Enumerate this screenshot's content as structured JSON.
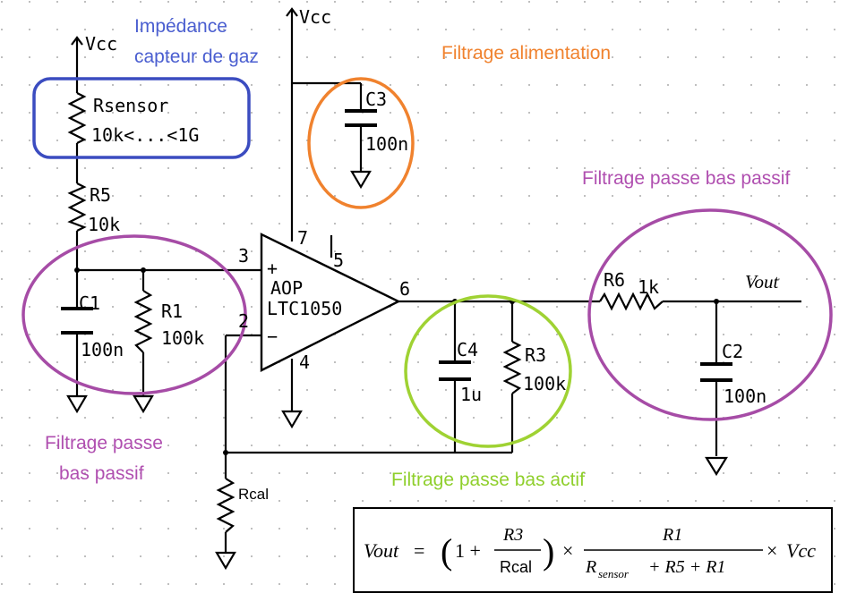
{
  "annotations": {
    "impedance_title_line1": "Impédance",
    "impedance_title_line2": "capteur de gaz",
    "supply_filter": "Filtrage alimentation",
    "passive_lowpass_right": "Filtrage passe bas passif",
    "passive_lowpass_left_line1": "Filtrage passe",
    "passive_lowpass_left_line2": "bas passif",
    "active_lowpass": "Filtrage passe bas actif"
  },
  "supply": {
    "vcc_left": "Vcc",
    "vcc_top": "Vcc"
  },
  "components": {
    "rsensor_name": "Rsensor",
    "rsensor_value": "10k<...<1G",
    "r5_name": "R5",
    "r5_value": "10k",
    "c1_name": "C1",
    "c1_value": "100n",
    "r1_name": "R1",
    "r1_value": "100k",
    "c3_name": "C3",
    "c3_value": "100n",
    "opamp_line1": "AOP",
    "opamp_line2": "LTC1050",
    "opamp_plus": "+",
    "opamp_minus": "−",
    "c4_name": "C4",
    "c4_value": "1u",
    "r3_name": "R3",
    "r3_value": "100k",
    "r6_name": "R6",
    "r6_value": "1k",
    "c2_name": "C2",
    "c2_value": "100n",
    "rcal_name": "Rcal",
    "vout_label": "Vout"
  },
  "pins": {
    "p3": "3",
    "p2": "2",
    "p7": "7",
    "p5": "5",
    "p6": "6",
    "p4": "4"
  },
  "formula": {
    "lhs": "Vout",
    "equals": "=",
    "open_paren": "(",
    "one_plus": "1 +",
    "frac1_num": "R3",
    "frac1_den": "Rcal",
    "close_paren": ")",
    "times1": "×",
    "frac2_num": "R1",
    "frac2_den_r": "R",
    "frac2_den_sub": "sensor",
    "frac2_den_rest": "+ R5 + R1",
    "times2": "×",
    "vcc": "Vcc"
  },
  "colors": {
    "blue": "#3b4cc0",
    "orange": "#f0822e",
    "purple": "#a64ca6",
    "green": "#9fd233",
    "label_blue": "#4a5ed0",
    "label_orange": "#f0822e",
    "label_purple": "#b04fb0",
    "label_green": "#8fcf2c"
  }
}
